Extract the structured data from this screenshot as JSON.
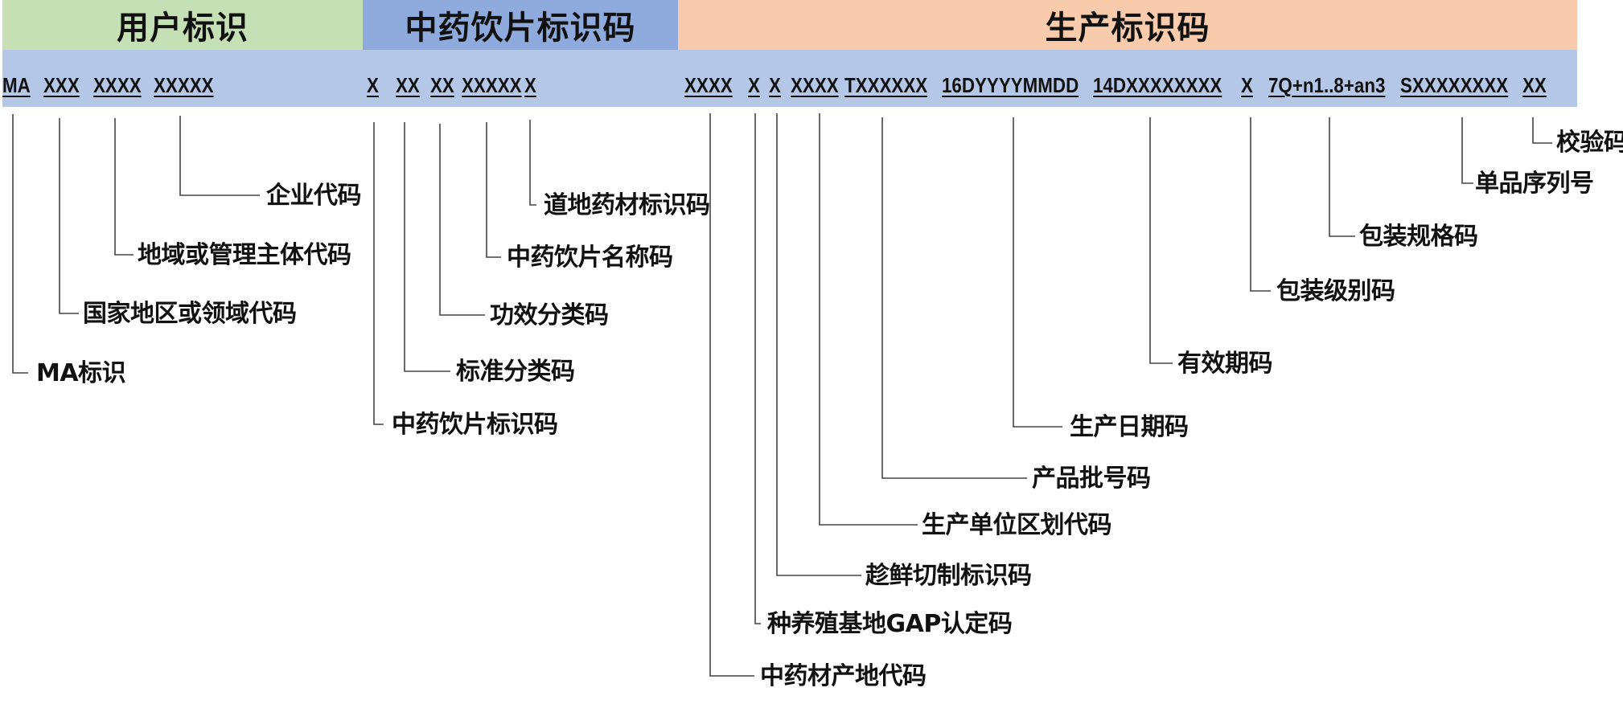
{
  "sections": {
    "user": "用户标识",
    "tcm": "中药饮片标识码",
    "production": "生产标识码"
  },
  "codes": [
    {
      "id": "ma",
      "text": "MA",
      "label": "MA标识"
    },
    {
      "id": "country",
      "text": "XXX",
      "label": "国家地区或领域代码"
    },
    {
      "id": "region",
      "text": "XXXX",
      "label": "地域或管理主体代码"
    },
    {
      "id": "enterprise",
      "text": "XXXXX",
      "label": "企业代码"
    },
    {
      "id": "tcm-id",
      "text": "X",
      "label": "中药饮片标识码"
    },
    {
      "id": "std-class",
      "text": "XX",
      "label": "标准分类码"
    },
    {
      "id": "effect-class",
      "text": "XX",
      "label": "功效分类码"
    },
    {
      "id": "tcm-name",
      "text": "XXXXX",
      "label": "中药饮片名称码"
    },
    {
      "id": "authentic",
      "text": "X",
      "label": "道地药材标识码"
    },
    {
      "id": "origin",
      "text": "XXXX",
      "label": "中药材产地代码"
    },
    {
      "id": "gap",
      "text": "X",
      "label": "种养殖基地GAP认定码"
    },
    {
      "id": "fresh-cut",
      "text": "X",
      "label": "趁鲜切制标识码"
    },
    {
      "id": "producer-area",
      "text": "XXXX",
      "label": "生产单位区划代码"
    },
    {
      "id": "batch",
      "text": "TXXXXXX",
      "label": "产品批号码"
    },
    {
      "id": "prod-date",
      "text": "16DYYYYMMDD",
      "label": "生产日期码"
    },
    {
      "id": "expiry",
      "text": "14DXXXXXXXX",
      "label": "有效期码"
    },
    {
      "id": "pack-level",
      "text": "X",
      "label": "包装级别码"
    },
    {
      "id": "pack-spec",
      "text": "7Q+n1..8+an3",
      "label": "包装规格码"
    },
    {
      "id": "serial",
      "text": "SXXXXXXXX",
      "label": "单品序列号"
    },
    {
      "id": "check",
      "text": "XX",
      "label": "校验码"
    }
  ],
  "colors": {
    "user_header": "#c5e0b4",
    "tcm_header": "#8faadc",
    "production_header": "#f8cbad",
    "code_band": "#b4c7e7"
  }
}
